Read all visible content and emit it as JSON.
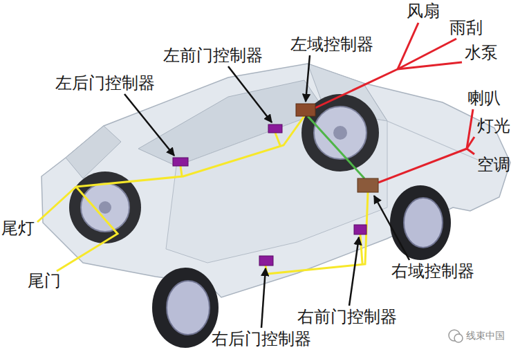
{
  "diagram": {
    "labels": [
      "风扇",
      "雨刮",
      "水泵",
      "左前门控制器",
      "左域控制器",
      "左后门控制器",
      "喇叭",
      "灯光",
      "空调",
      "尾灯",
      "右域控制器",
      "尾门",
      "右前门控制器",
      "右后门控制器",
      "线束中国"
    ]
  }
}
